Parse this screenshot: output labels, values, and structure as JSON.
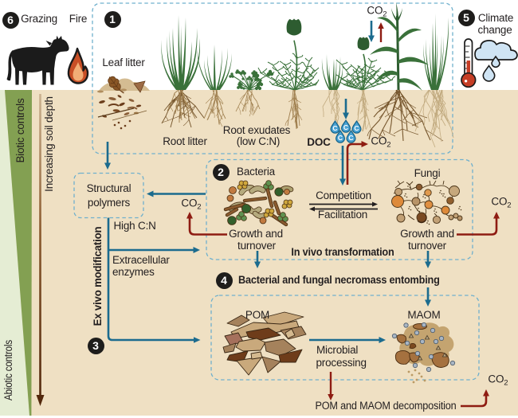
{
  "figure": {
    "type": "soil-carbon-cycle-diagram"
  },
  "palette": {
    "soil": "#efe0c3",
    "biotic_green": "#83a052",
    "abiotic_green": "#e5edd4",
    "arrow_blue": "#1b6b8e",
    "arrow_red": "#8e1c12",
    "dashed_border": "#6fb0cd",
    "text": "#231f20"
  },
  "left_panel": {
    "biotic": "Biotic controls",
    "abiotic": "Abiotic controls",
    "soil_depth": "Increasing soil depth"
  },
  "steps": {
    "s1": "1",
    "s2": "2",
    "s3": "3",
    "s4": "4",
    "s5": "5",
    "s6": "6"
  },
  "top": {
    "grazing": "Grazing",
    "fire": "Fire",
    "climate_line1": "Climate",
    "climate_line2": "change"
  },
  "co2": {
    "base": "CO",
    "sub": "2"
  },
  "inputs": {
    "leaf_litter": "Leaf litter",
    "root_litter": "Root litter",
    "root_exudates_line1": "Root exudates",
    "root_exudates_line2": "(low C:N)",
    "doc": "DOC",
    "doc_c": "C"
  },
  "microbes": {
    "bacteria": "Bacteria",
    "fungi": "Fungi",
    "competition": "Competition",
    "facilitation": "Facilitation",
    "growth_line1": "Growth and",
    "growth_line2": "turnover",
    "in_vivo": "In vivo transformation"
  },
  "pathways": {
    "structural_line1": "Structural",
    "structural_line2": "polymers",
    "high_cn": "High C:N",
    "extracellular_line1": "Extracellular",
    "extracellular_line2": "enzymes",
    "ex_vivo": "Ex vivo modification"
  },
  "necromass": {
    "entombing": "Bacterial and fungal necromass entombing"
  },
  "som": {
    "pom": "POM",
    "maom": "MAOM",
    "microbial_line1": "Microbial",
    "microbial_line2": "processing",
    "decomposition": "POM and MAOM decomposition"
  }
}
